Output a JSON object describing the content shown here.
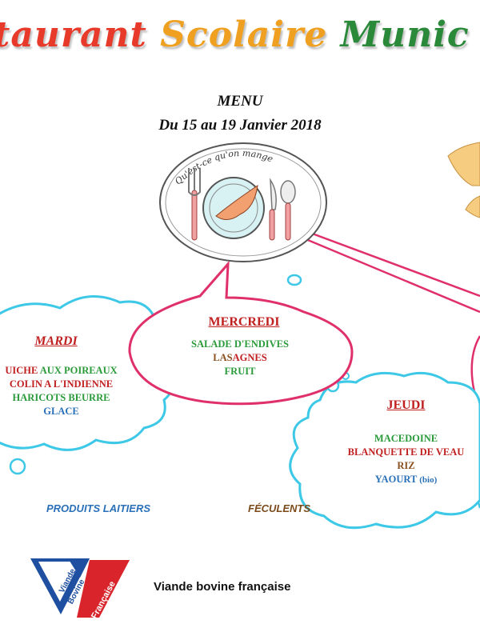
{
  "banner": {
    "words": [
      {
        "text": "taurant ",
        "color": "#e83a2a"
      },
      {
        "text": "Scolaire ",
        "color": "#f0a020"
      },
      {
        "text": "Munic",
        "color": "#2a8a3a"
      }
    ]
  },
  "menu": {
    "title": "MENU",
    "dates": "Du 15 au 19 Janvier 2018"
  },
  "plate_logo": {
    "text": "Qu'est-ce qu'on mange"
  },
  "days": {
    "mardi": {
      "name": "MARDI",
      "name_color": "#c02020",
      "dishes": [
        [
          {
            "text": "UICHE ",
            "color": "#c02020"
          },
          {
            "text": "AUX POIREAUX",
            "color": "#2a9a3a"
          }
        ],
        [
          {
            "text": "COLIN A L'INDIENNE",
            "color": "#c02020"
          }
        ],
        [
          {
            "text": "HARICOTS BEURRE",
            "color": "#2a9a3a"
          }
        ],
        [
          {
            "text": "GLACE",
            "color": "#2a70b8"
          }
        ]
      ]
    },
    "mercredi": {
      "name": "MERCREDI",
      "name_color": "#c02020",
      "dishes": [
        [
          {
            "text": "SALADE D'ENDIVES",
            "color": "#2a9a3a"
          }
        ],
        [
          {
            "text": "LAS",
            "color": "#8a5020"
          },
          {
            "text": "AGNES",
            "color": "#c02020"
          }
        ],
        [
          {
            "text": "FRUIT",
            "color": "#2a9a3a"
          }
        ]
      ]
    },
    "jeudi": {
      "name": "JEUDI",
      "name_color": "#c02020",
      "dishes": [
        [
          {
            "text": "MACEDOINE",
            "color": "#2a9a3a"
          }
        ],
        [
          {
            "text": "BLANQUETTE DE VEAU",
            "color": "#c02020"
          }
        ],
        [
          {
            "text": "RIZ",
            "color": "#8a5020"
          }
        ],
        [
          {
            "text": "YAOURT ",
            "color": "#2a70b8"
          },
          {
            "text": "(bio)",
            "color": "#2a70b8",
            "small": true
          }
        ]
      ]
    }
  },
  "legend": {
    "dairy": {
      "text": "PRODUITS LAITIERS",
      "color": "#2a70b8"
    },
    "starch": {
      "text": "FÉCULENTS",
      "color": "#7a4a1a"
    }
  },
  "beef_logo": {
    "line1": "Viande",
    "line2": "Bovine",
    "line3": "Française",
    "caption": "Viande bovine française"
  },
  "colors": {
    "cloud_cyan": "#3cc8e6",
    "bubble_pink": "#e0306a",
    "logo_blue": "#1f4fa0",
    "logo_red": "#d8242a"
  }
}
